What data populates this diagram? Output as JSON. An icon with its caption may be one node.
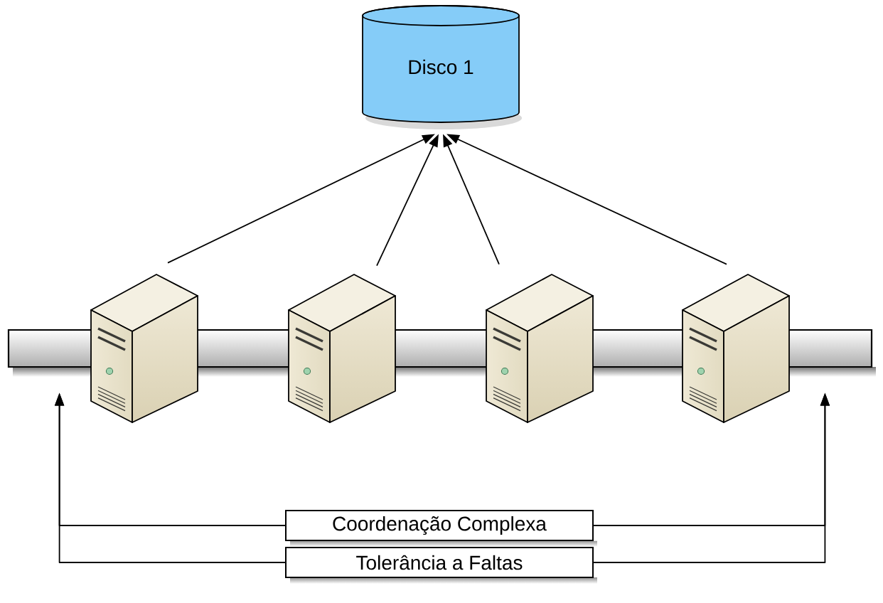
{
  "diagram": {
    "nodes": [
      {
        "text": [
          "Disco 1"
        ]
      },
      {
        "text": [],
        "shape": "bar"
      },
      {
        "text": [],
        "shape": "picture"
      },
      {
        "text": [],
        "shape": "picture"
      },
      {
        "text": [],
        "shape": "picture"
      },
      {
        "text": [],
        "shape": "picture"
      },
      {
        "text": [
          "Coordenação Complexa"
        ]
      },
      {
        "text": [
          "Tolerância a Faltas"
        ]
      }
    ],
    "edges": [
      {
        "from": 2,
        "to": 0,
        "arrow": "to"
      },
      {
        "from": 3,
        "to": 0,
        "arrow": "to"
      },
      {
        "from": 4,
        "to": 0,
        "arrow": "to"
      },
      {
        "from": 5,
        "to": 0,
        "arrow": "to"
      },
      {
        "from": 6,
        "to": 1,
        "arrow": "to"
      },
      {
        "from": 6,
        "to": 1,
        "arrow": "to"
      },
      {
        "from": 7,
        "to": 1,
        "arrow": "to"
      },
      {
        "from": 7,
        "to": 1,
        "arrow": "to"
      }
    ]
  }
}
